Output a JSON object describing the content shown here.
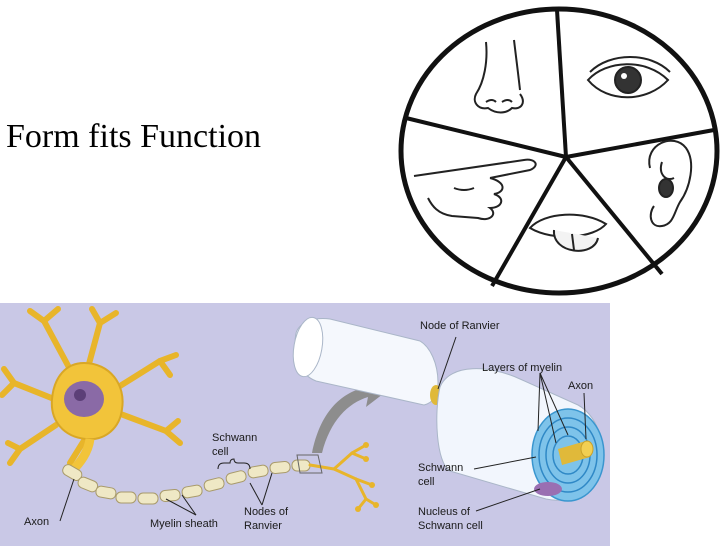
{
  "slide": {
    "title": "Form fits Function"
  },
  "senses_wheel": {
    "segments": [
      "nose",
      "eye",
      "hand",
      "ear",
      "tongue"
    ],
    "icons": [
      "nose-icon",
      "eye-icon",
      "pointing-hand-icon",
      "ear-icon",
      "tongue-icon"
    ]
  },
  "neuron_diagram": {
    "background_color": "#c9c8e6",
    "labels": {
      "node_of_ranvier": "Node of Ranvier",
      "layers_of_myelin": "Layers of myelin",
      "axon_right": "Axon",
      "schwann_cell_top_1": "Schwann",
      "schwann_cell_top_2": "cell",
      "schwann_cell_right_1": "Schwann",
      "schwann_cell_right_2": "cell",
      "nucleus_1": "Nucleus of",
      "nucleus_2": "Schwann cell",
      "axon_left": "Axon",
      "myelin_sheath": "Myelin sheath",
      "nodes_1": "Nodes of",
      "nodes_2": "Ranvier"
    }
  },
  "colors": {
    "neuron_body": "#f2c43a",
    "myelin": "#eef3fb",
    "myelin_ring": "#4aa8dd",
    "nucleus": "#9a6fb2",
    "pointer_arrow": "#8d8d8d"
  }
}
